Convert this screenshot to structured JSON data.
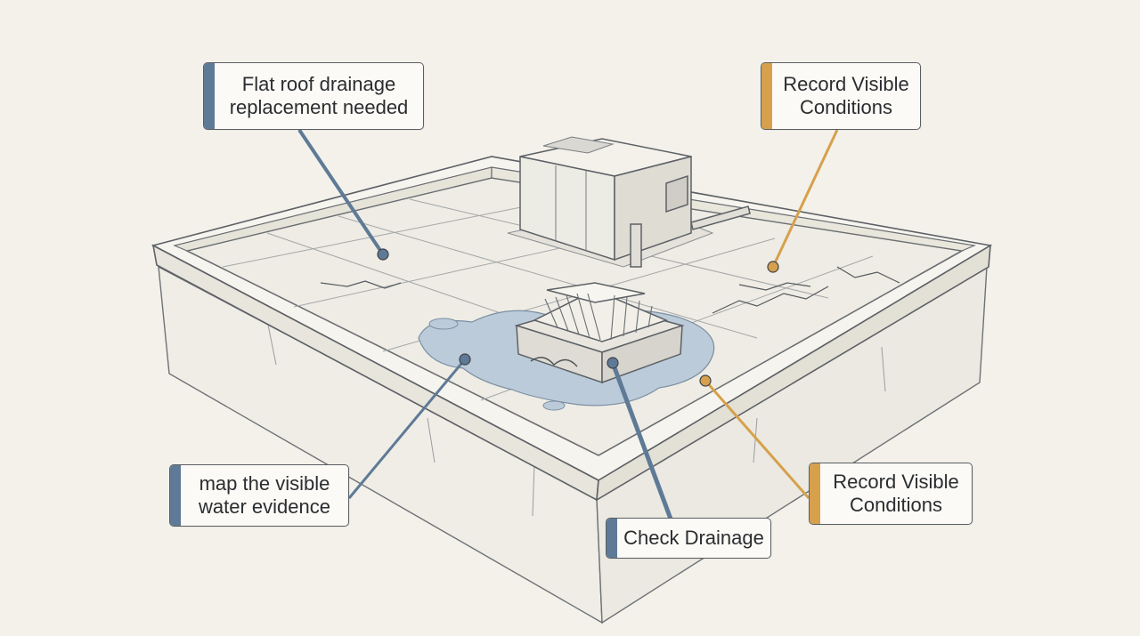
{
  "colors": {
    "blue_accent": "#5f7a96",
    "orange_accent": "#d6a04c",
    "background": "#f3f1ea",
    "water": "#b9c9d8",
    "ink": "#5a5e63"
  },
  "callouts": [
    {
      "id": "drainage-replacement",
      "text": "Flat roof drainage\nreplacement needed",
      "accent": "blue"
    },
    {
      "id": "record-top",
      "text": "Record Visible\nConditions",
      "accent": "orange"
    },
    {
      "id": "water-evidence",
      "text": "map the visible\nwater evidence",
      "accent": "blue"
    },
    {
      "id": "check-drainage",
      "text": "Check Drainage",
      "accent": "blue"
    },
    {
      "id": "record-bottom",
      "text": "Record Visible\nConditions",
      "accent": "orange"
    }
  ]
}
